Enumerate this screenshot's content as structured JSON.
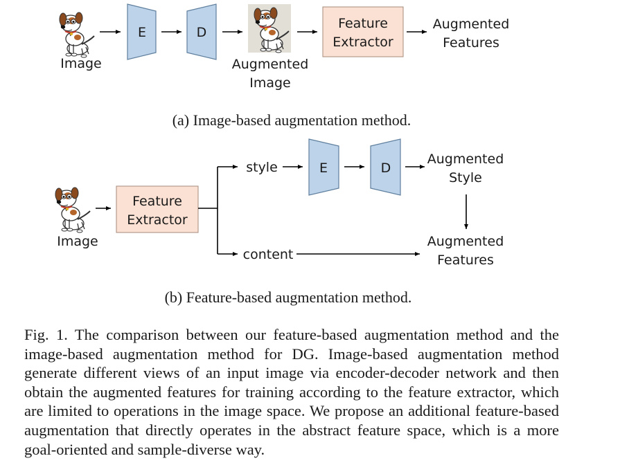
{
  "panel_a": {
    "input_label": "Image",
    "encoder": "E",
    "decoder": "D",
    "augmented_image": [
      "Augmented",
      "Image"
    ],
    "extractor": [
      "Feature",
      "Extractor"
    ],
    "output": [
      "Augmented",
      "Features"
    ],
    "caption": "(a) Image-based augmentation method."
  },
  "panel_b": {
    "input_label": "Image",
    "extractor": [
      "Feature",
      "Extractor"
    ],
    "style": "style",
    "encoder": "E",
    "decoder": "D",
    "augmented_style": [
      "Augmented",
      "Style"
    ],
    "content": "content",
    "output": [
      "Augmented",
      "Features"
    ],
    "caption": "(b) Feature-based augmentation method."
  },
  "figure_caption": {
    "label": "Fig. 1.",
    "text": "The comparison between our feature-based augmentation method and the image-based augmentation method for DG. Image-based augmentation method generate different views of an input image via encoder-decoder network and then obtain the augmented features for training according to the feature extractor, which are limited to operations in the image space. We propose an additional feature-based augmentation that directly operates in the abstract feature space, which is a more goal-oriented and sample-diverse way."
  }
}
